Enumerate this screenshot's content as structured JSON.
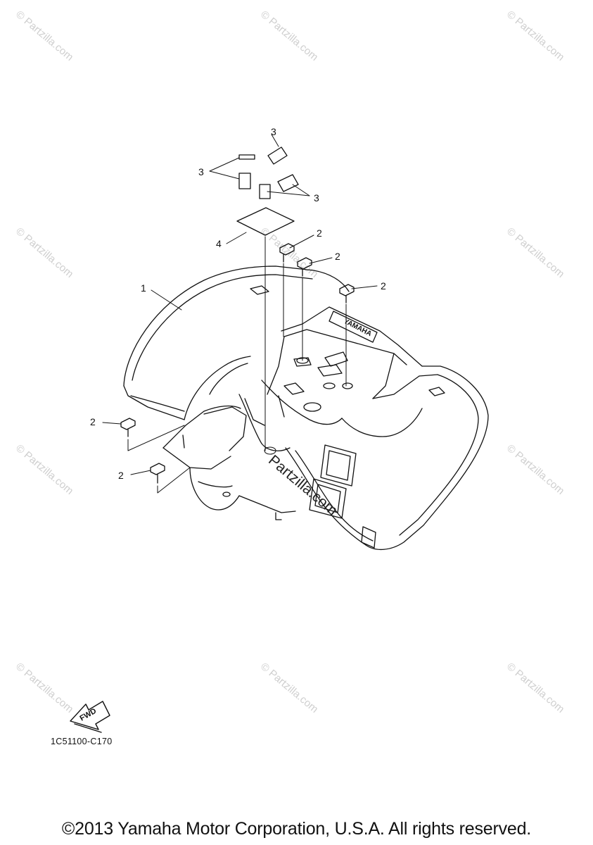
{
  "watermark": {
    "text": "© Partzilla.com"
  },
  "center_watermark": "Partzilla.com",
  "callouts": {
    "fender": "1",
    "bolt_top_1": "2",
    "bolt_top_2": "2",
    "bolt_top_3": "2",
    "bolt_left_1": "2",
    "bolt_left_2": "2",
    "pad_top": "3",
    "pad_left": "3",
    "pad_right": "3",
    "plate": "4"
  },
  "fender_brand": "YAMAHA",
  "fwd_label": "FWD",
  "diagram_code": "1C51100-C170",
  "copyright": "©2013 Yamaha Motor Corporation, U.S.A. All rights reserved."
}
